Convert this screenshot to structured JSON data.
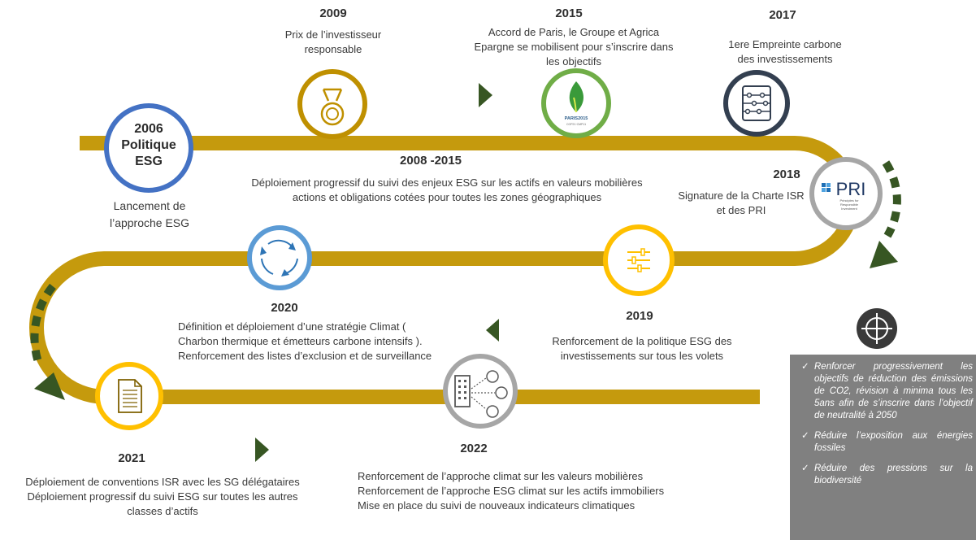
{
  "colors": {
    "road": "#c59a0d",
    "arrow": "#375623",
    "blue": "#4472c4",
    "gold": "#bf9000",
    "green": "#70ad47",
    "navy": "#333f50",
    "grey": "#a6a6a6",
    "yellow": "#ffc000",
    "lightblue": "#5b9bd5",
    "panel": "#808080"
  },
  "milestones": {
    "m2006": {
      "circle_lines": [
        "2006",
        "Politique",
        "ESG"
      ],
      "text_lines": [
        "Lancement de",
        "l’approche ESG"
      ]
    },
    "m2009": {
      "year": "2009",
      "text_lines": [
        "Prix de l’investisseur",
        "responsable"
      ],
      "icon": "medal-icon"
    },
    "m2015": {
      "year": "2015",
      "text_lines": [
        "Accord de Paris, le Groupe et Agrica",
        "Epargne se mobilisent pour s’inscrire dans",
        "les objectifs"
      ],
      "icon": "paris2015-logo",
      "logo_text": [
        "PARIS2015",
        "COP21·CMP11"
      ]
    },
    "m2017": {
      "year": "2017",
      "text_lines": [
        "1ere Empreinte carbone",
        "des investissements"
      ],
      "icon": "abacus-icon"
    },
    "m2008": {
      "year": "2008 -2015",
      "text_lines": [
        "Déploiement progressif du suivi des enjeux ESG sur les actifs en valeurs mobilières",
        "actions et obligations cotées pour toutes les zones géographiques"
      ]
    },
    "m2018": {
      "year": "2018",
      "text_lines": [
        "Signature de la Charte ISR",
        "et des PRI"
      ],
      "icon": "pri-logo",
      "logo_text": "PRI",
      "logo_sub": [
        "Principles for",
        "Responsible",
        "Investment"
      ]
    },
    "m2019": {
      "year": "2019",
      "text_lines": [
        "Renforcement de la politique ESG des",
        "investissements sur tous les volets"
      ],
      "icon": "sliders-icon"
    },
    "m2020": {
      "year": "2020",
      "text_lines": [
        "Définition et déploiement d’une stratégie Climat (",
        "Charbon thermique et émetteurs carbone intensifs ).",
        "Renforcement des listes d’exclusion et de surveillance"
      ],
      "icon": "cycle-arrows-icon"
    },
    "m2021": {
      "year": "2021",
      "text_lines": [
        "Déploiement  de conventions ISR avec les SG délégataires",
        "Déploiement  progressif du suivi ESG sur toutes les autres",
        "classes d’actifs"
      ],
      "icon": "document-icon"
    },
    "m2022": {
      "year": "2022",
      "text_lines": [
        "Renforcement de l’approche climat sur les valeurs mobilières",
        "Renforcement de l’approche ESG climat sur les actifs immobiliers",
        "Mise en place du suivi de nouveaux indicateurs climatiques"
      ],
      "icon": "building-network-icon"
    }
  },
  "goals": {
    "icon": "target-icon",
    "check": "✓",
    "items": [
      "Renforcer progressivement les objectifs de réduction des émissions de CO2, révision à minima tous les 5ans afin de s’inscrire dans l’objectif de neutralité à 2050",
      "Réduire l’exposition aux énergies fossiles",
      "Réduire des pressions sur la biodiversité"
    ]
  }
}
